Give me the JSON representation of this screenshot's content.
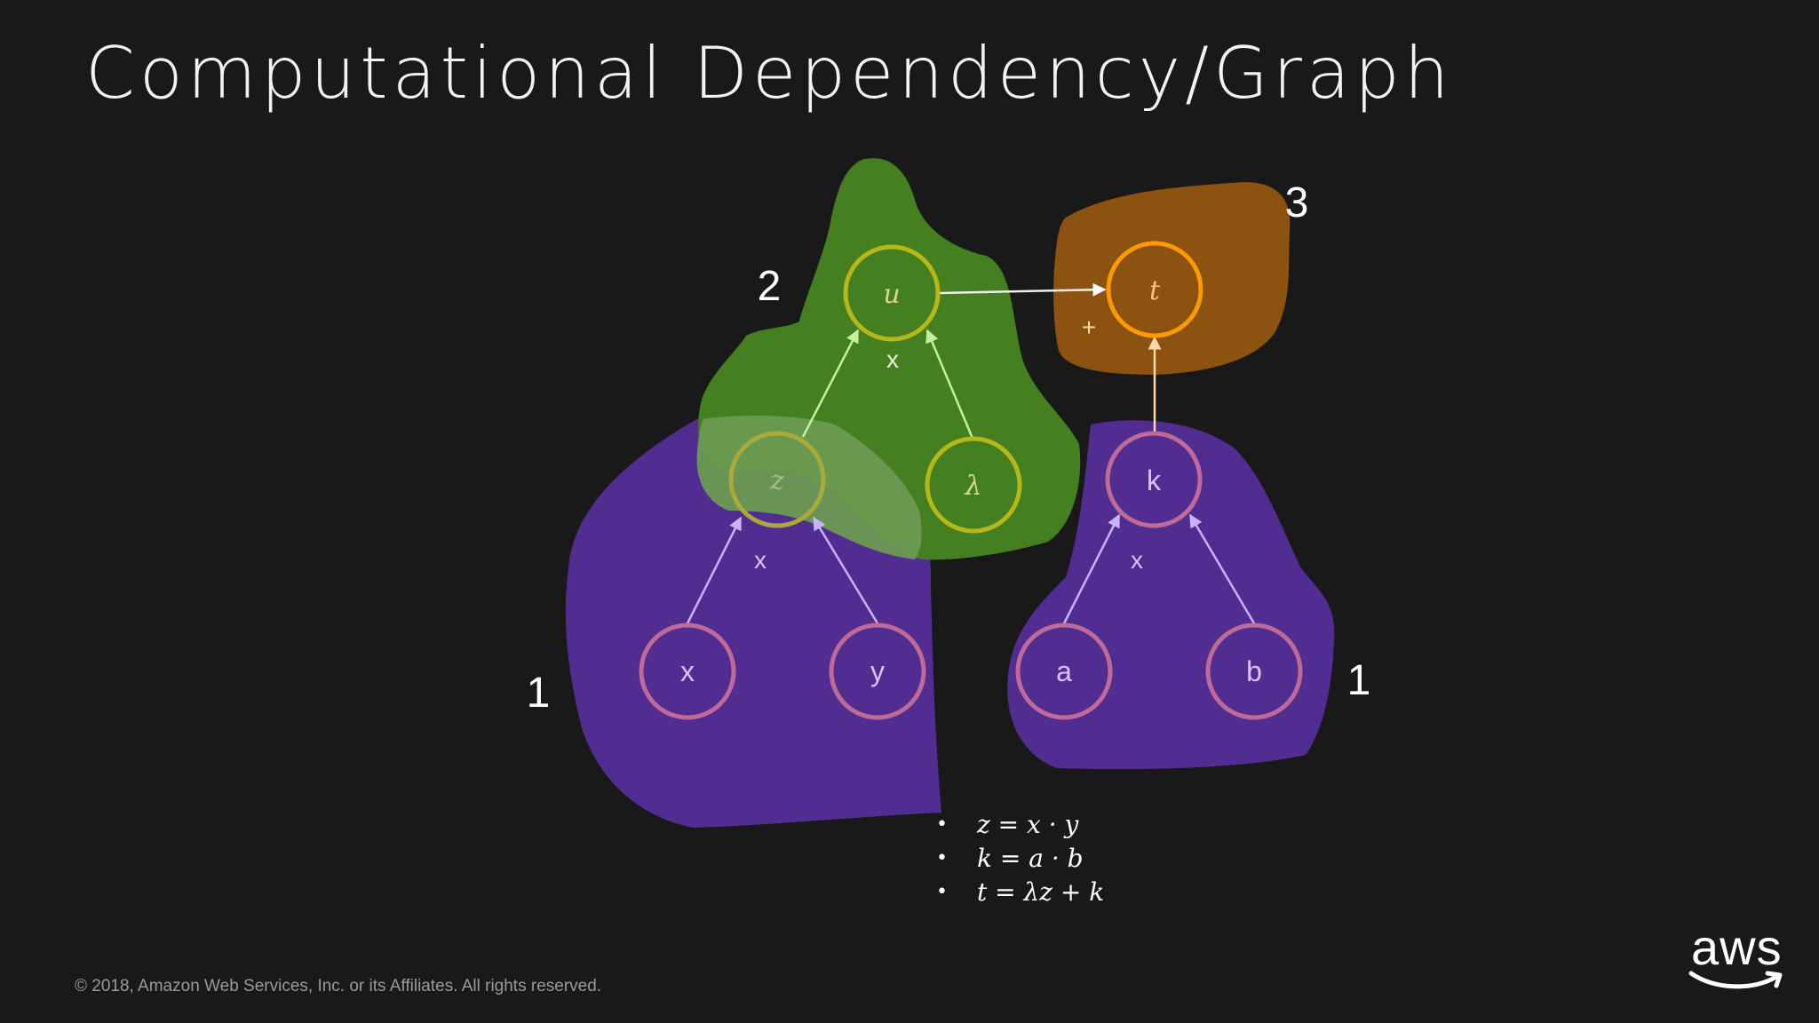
{
  "slide": {
    "title": "Computational Dependency/Graph",
    "footer": "© 2018, Amazon Web Services, Inc. or its Affiliates. All rights reserved.",
    "logo_text": "aws"
  },
  "groups": {
    "level1_left": "1",
    "level1_right": "1",
    "level2": "2",
    "level3": "3"
  },
  "nodes": {
    "u": "u",
    "t": "t",
    "z": "z",
    "lambda": "λ",
    "k": "k",
    "x": "x",
    "y": "y",
    "a": "a",
    "b": "b"
  },
  "operators": {
    "u_op": "x",
    "t_op": "+",
    "z_op": "x",
    "k_op": "x"
  },
  "equations": [
    "z = x · y",
    "k = a · b",
    "t = λz + k"
  ],
  "colors": {
    "background": "#1a1919",
    "purple_region": "#512d91",
    "green_region": "#44801f",
    "orange_region": "#8c5210",
    "pink_node": "#c06a9a",
    "yellow_node": "#b6b81a",
    "orange_node": "#ff9900",
    "lavender_edge": "#c7b3f5",
    "lightgreen_edge": "#c5f0a0"
  }
}
